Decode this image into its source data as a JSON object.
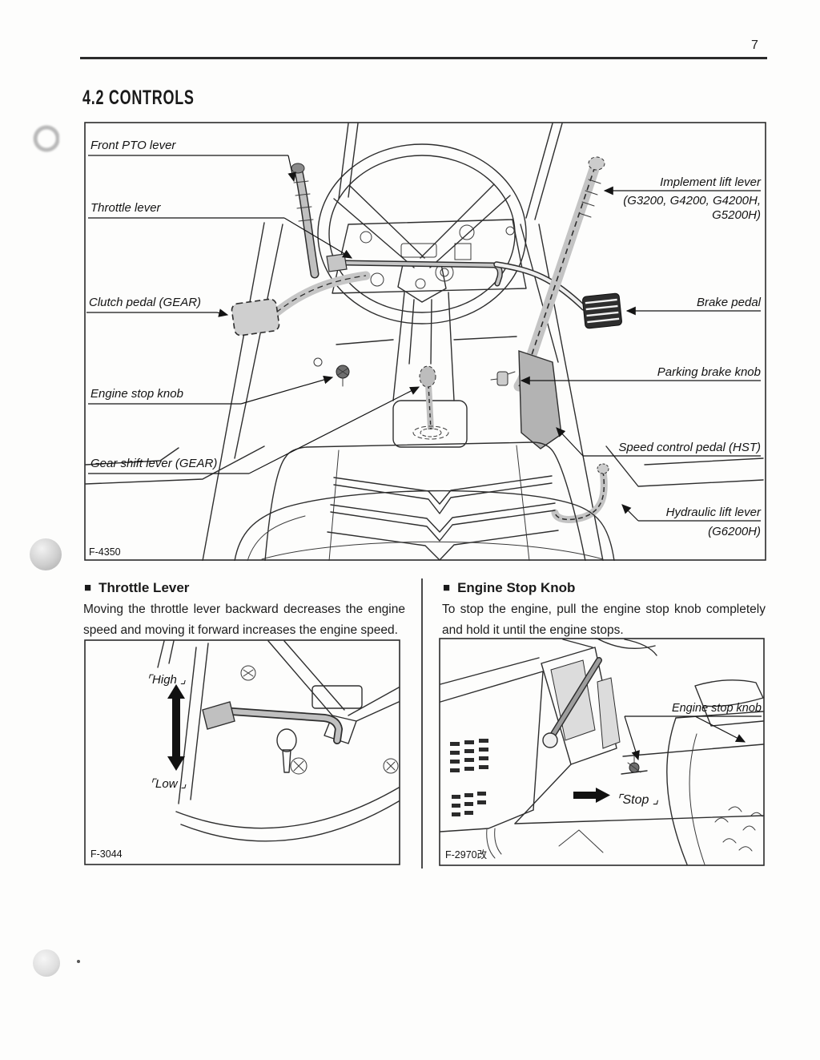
{
  "page": {
    "number": "7"
  },
  "heading": "4.2 CONTROLS",
  "fig_main": {
    "code": "F-4350",
    "front_pto": "Front PTO lever",
    "throttle": "Throttle lever",
    "clutch": "Clutch pedal (GEAR)",
    "engine_stop": "Engine stop knob",
    "gear_shift": "Gear shift lever (GEAR)",
    "implement_lift": "Implement lift lever",
    "implement_lift_models1": "(G3200, G4200, G4200H,",
    "implement_lift_models2": "G5200H)",
    "brake": "Brake pedal",
    "parking_brake": "Parking brake knob",
    "speed_control": "Speed control pedal (HST)",
    "hydraulic_lift": "Hydraulic lift lever",
    "hydraulic_lift_models": "(G6200H)"
  },
  "throttle_section": {
    "bullet": "■",
    "title": "Throttle Lever",
    "body": "Moving the throttle lever backward decreases the engine speed and moving it forward increases the engine speed.",
    "fig": {
      "code": "F-3044",
      "high": "⌜High ⌟",
      "low": "⌜Low ⌟"
    }
  },
  "engine_stop_section": {
    "bullet": "■",
    "title": "Engine Stop Knob",
    "body": "To stop the engine, pull the engine stop knob completely and hold it until the engine stops.",
    "fig": {
      "code": "F-2970改",
      "knob_label": "Engine stop knob",
      "stop": "⌜Stop ⌟"
    }
  }
}
